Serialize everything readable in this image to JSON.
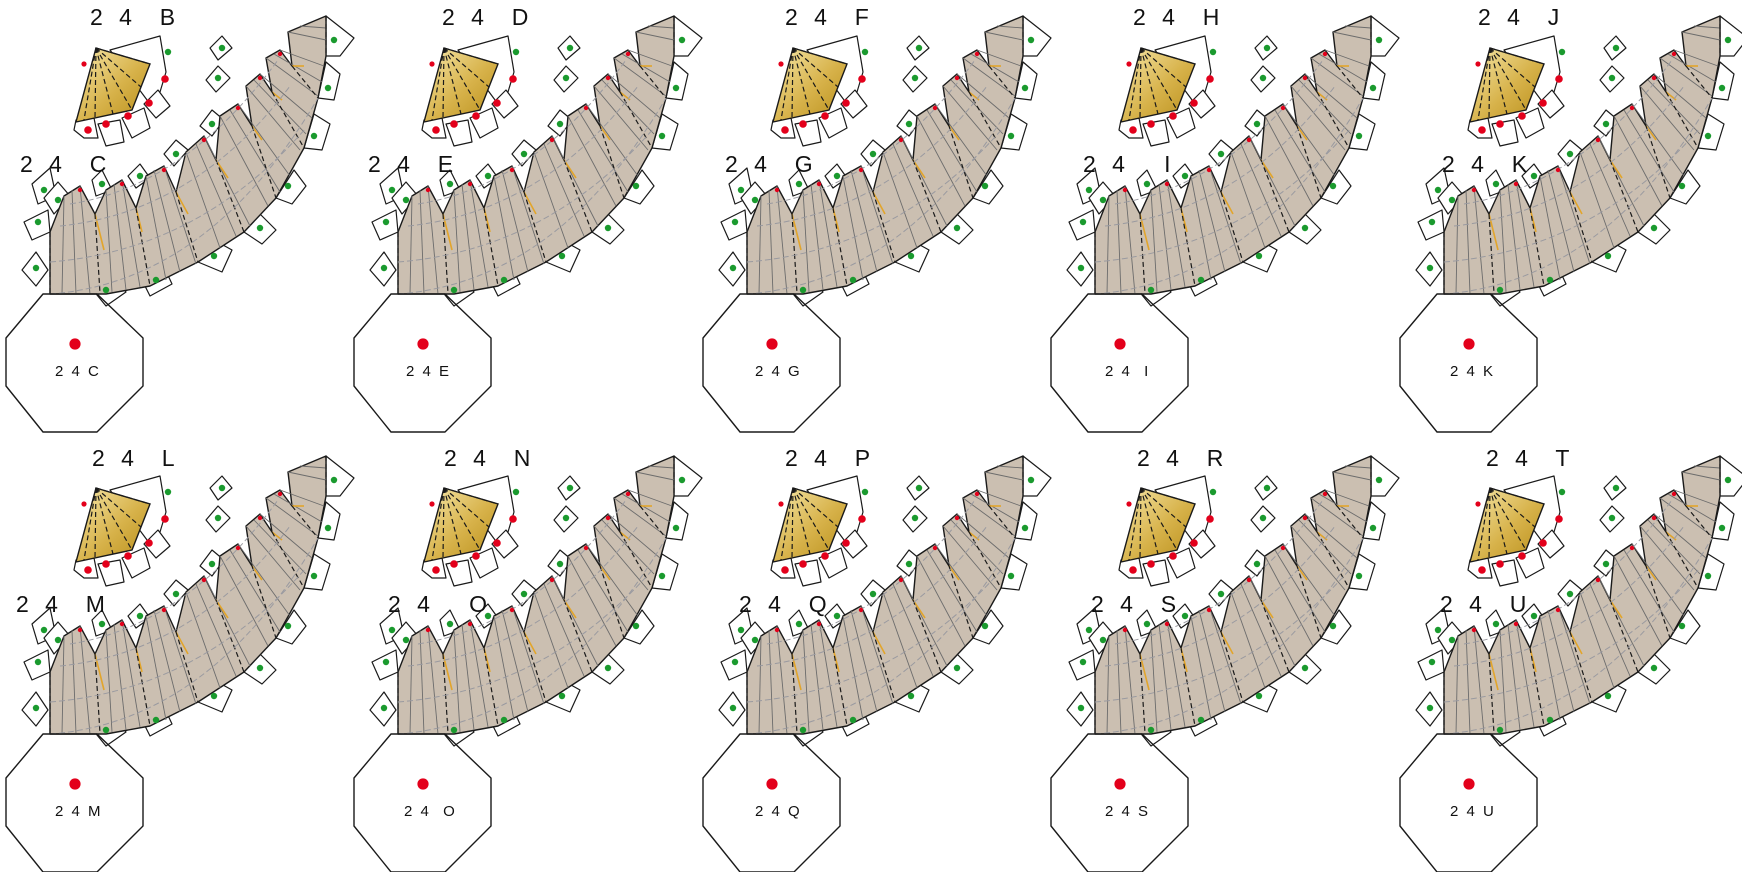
{
  "sheet": {
    "background": "#ffffff",
    "colors": {
      "petal_fill": "#cbbfb1",
      "cap_gold_light": "#f6e7a9",
      "cap_gold_dark": "#b88e1a",
      "tab_dot_green": "#1a9a2e",
      "tab_dot_red": "#e3001b",
      "seam_orange": "#e2a52b",
      "line": "#1a1a1a"
    },
    "pieces": [
      {
        "cap_label": "2 4  B",
        "petal_label": "2 4  C",
        "base_label": "2 4 C"
      },
      {
        "cap_label": "2 4  D",
        "petal_label": "2 4  E",
        "base_label": "2 4 E"
      },
      {
        "cap_label": "2 4  F",
        "petal_label": "2 4  G",
        "base_label": "2 4 G"
      },
      {
        "cap_label": "2 4  H",
        "petal_label": "2 4   I",
        "base_label": "2 4  I"
      },
      {
        "cap_label": "2 4  J",
        "petal_label": "2 4  K",
        "base_label": "2 4 K"
      },
      {
        "cap_label": "2 4  L",
        "petal_label": "2 4  M",
        "base_label": "2 4 M"
      },
      {
        "cap_label": "2 4  N",
        "petal_label": "2 4   O",
        "base_label": "2 4  O"
      },
      {
        "cap_label": "2 4  P",
        "petal_label": "2 4  Q",
        "base_label": "2 4 Q"
      },
      {
        "cap_label": "2 4  R",
        "petal_label": "2 4  S",
        "base_label": "2 4 S"
      },
      {
        "cap_label": "2 4  T",
        "petal_label": "2 4  U",
        "base_label": "2 4 U"
      }
    ]
  }
}
